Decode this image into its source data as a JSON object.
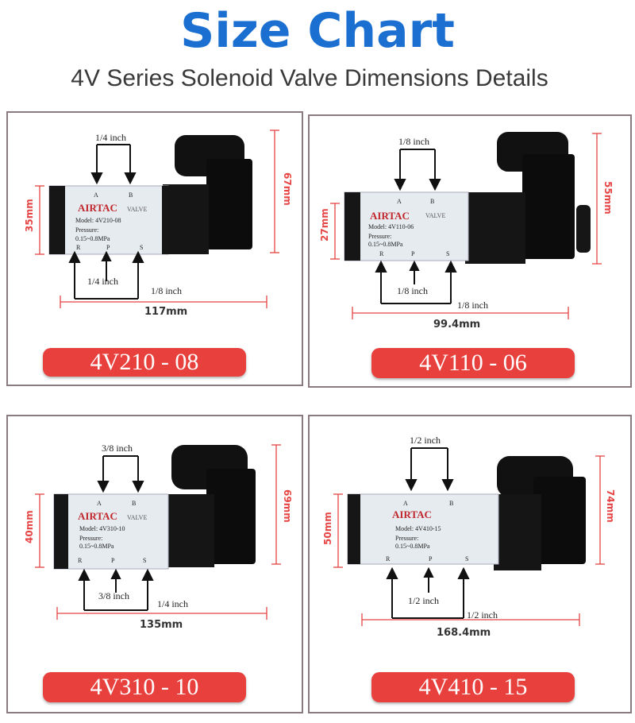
{
  "header": {
    "title": "Size Chart",
    "subtitle": "4V Series Solenoid Valve Dimensions Details"
  },
  "colors": {
    "title": "#1a6fd1",
    "pill": "#e8403d",
    "dim_line": "#e64545",
    "panel_border": "#8a7b7e"
  },
  "panels": [
    {
      "model": "4V210 - 08",
      "top_port": "1/4 inch",
      "bottom_port_left": "1/4 inch",
      "bottom_port_right": "1/8 inch",
      "length": "117mm",
      "body_height": "35mm",
      "total_height": "67mm",
      "nameplate_model": "Model: 4V210-08",
      "pressure_label": "Pressure:",
      "pressure_value": "0.15~0.8MPa",
      "brand": "AIRTAC",
      "brand_suffix": "VALVE",
      "port_a": "A",
      "port_b": "B",
      "port_r": "R",
      "port_p": "P",
      "port_s": "S"
    },
    {
      "model": "4V110 - 06",
      "top_port": "1/8 inch",
      "bottom_port_left": "1/8 inch",
      "bottom_port_right": "1/8 inch",
      "length": "99.4mm",
      "body_height": "27mm",
      "total_height": "55mm",
      "nameplate_model": "Model: 4V110-06",
      "pressure_label": "Pressure:",
      "pressure_value": "0.15~0.8MPa",
      "brand": "AIRTAC",
      "brand_suffix": "VALVE",
      "port_a": "A",
      "port_b": "B",
      "port_r": "R",
      "port_p": "P",
      "port_s": "S"
    },
    {
      "model": "4V310 - 10",
      "top_port": "3/8 inch",
      "bottom_port_left": "3/8 inch",
      "bottom_port_right": "1/4 inch",
      "length": "135mm",
      "body_height": "40mm",
      "total_height": "69mm",
      "nameplate_model": "Model: 4V310-10",
      "pressure_label": "Pressure:",
      "pressure_value": "0.15~0.8MPa",
      "brand": "AIRTAC",
      "brand_suffix": "VALVE",
      "port_a": "A",
      "port_b": "B",
      "port_r": "R",
      "port_p": "P",
      "port_s": "S"
    },
    {
      "model": "4V410 - 15",
      "top_port": "1/2 inch",
      "bottom_port_left": "1/2 inch",
      "bottom_port_right": "1/2 inch",
      "length": "168.4mm",
      "body_height": "50mm",
      "total_height": "74mm",
      "nameplate_model": "Model: 4V410-15",
      "pressure_label": "Pressure:",
      "pressure_value": "0.15~0.8MPa",
      "brand": "AIRTAC",
      "brand_suffix": "",
      "port_a": "A",
      "port_b": "B",
      "port_r": "R",
      "port_p": "P",
      "port_s": "S"
    }
  ]
}
